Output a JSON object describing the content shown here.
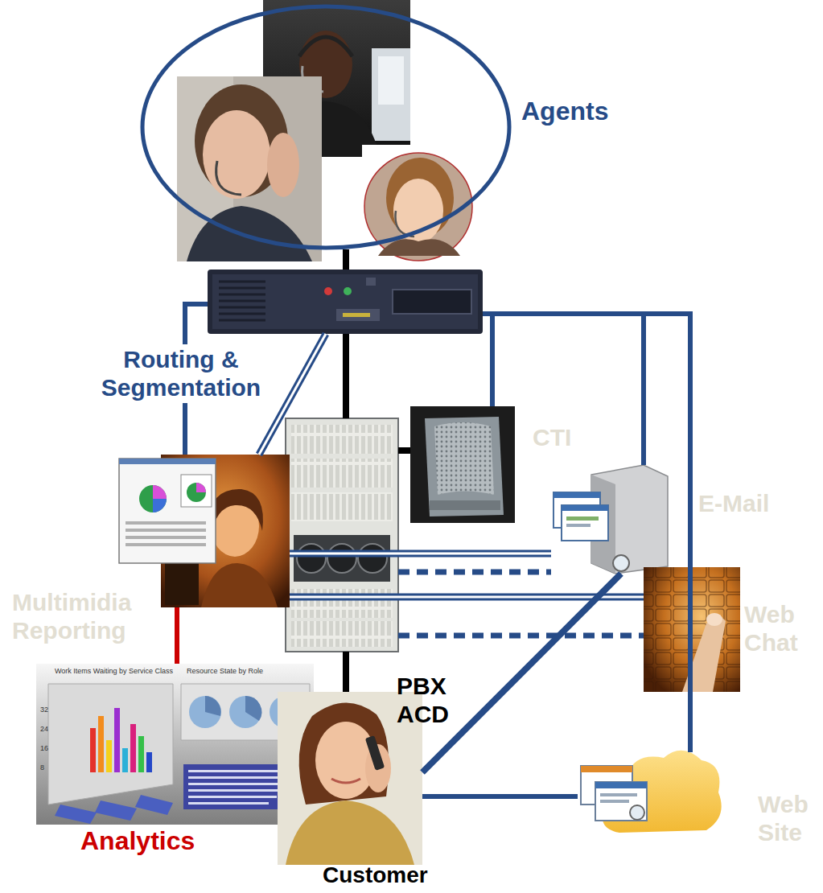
{
  "diagram": {
    "nodes": [
      {
        "text": [
          "Agents"
        ]
      },
      {
        "text": [
          "Routing & Segmentation"
        ]
      },
      {
        "text": [
          "CTI"
        ]
      },
      {
        "text": [
          "E-Mail"
        ]
      },
      {
        "text": [
          "Multimidia Reporting"
        ]
      },
      {
        "text": [
          "PBX ACD"
        ]
      },
      {
        "text": [
          "Web Chat"
        ]
      },
      {
        "text": [
          "Analytics"
        ]
      },
      {
        "text": [
          "Customer"
        ]
      },
      {
        "text": [
          "Web Site"
        ]
      }
    ],
    "edges": [
      {
        "from": 0,
        "to": 1,
        "arrow": "none"
      },
      {
        "from": 1,
        "to": 5,
        "arrow": "none"
      },
      {
        "from": 5,
        "to": 8,
        "arrow": "none"
      },
      {
        "from": 5,
        "to": 2,
        "arrow": "none"
      },
      {
        "from": 1,
        "to": 4,
        "arrow": "none"
      },
      {
        "from": 1,
        "to": 4,
        "arrow": "none"
      },
      {
        "from": 1,
        "to": 2,
        "arrow": "none"
      },
      {
        "from": 1,
        "to": 3,
        "arrow": "none"
      },
      {
        "from": 1,
        "to": 9,
        "arrow": "none"
      },
      {
        "from": 4,
        "to": 7,
        "arrow": "none"
      },
      {
        "from": 4,
        "to": 3,
        "arrow": "none"
      },
      {
        "from": 5,
        "to": 3,
        "arrow": "none"
      },
      {
        "from": 4,
        "to": 6,
        "arrow": "none"
      },
      {
        "from": 5,
        "to": 6,
        "arrow": "none"
      },
      {
        "from": 8,
        "to": 3,
        "arrow": "none"
      },
      {
        "from": 8,
        "to": 9,
        "arrow": "none"
      }
    ],
    "labels": [
      "Work Items Waiting by Service Class",
      "Resource State by Role",
      "32",
      "24",
      "16",
      "8"
    ]
  }
}
